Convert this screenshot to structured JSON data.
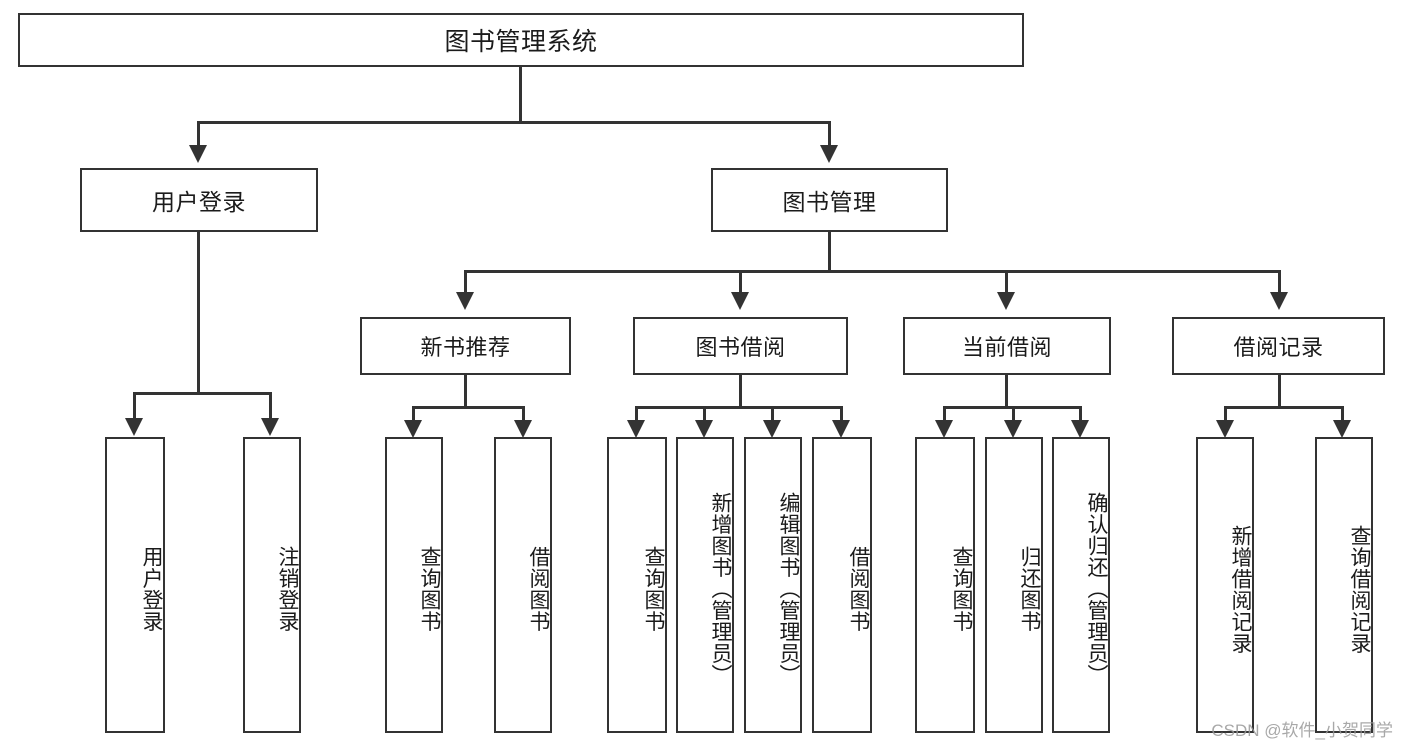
{
  "diagram": {
    "title": "图书管理系统",
    "type": "tree-structure-chart",
    "root": {
      "label": "图书管理系统",
      "children": [
        {
          "label": "用户登录",
          "children": [
            {
              "label": "用户登录"
            },
            {
              "label": "注销登录"
            }
          ]
        },
        {
          "label": "图书管理",
          "children": [
            {
              "label": "新书推荐",
              "children": [
                {
                  "label": "查询图书"
                },
                {
                  "label": "借阅图书"
                }
              ]
            },
            {
              "label": "图书借阅",
              "children": [
                {
                  "label": "查询图书"
                },
                {
                  "label": "新增图书（管理员）"
                },
                {
                  "label": "编辑图书（管理员）"
                },
                {
                  "label": "借阅图书"
                }
              ]
            },
            {
              "label": "当前借阅",
              "children": [
                {
                  "label": "查询图书"
                },
                {
                  "label": "归还图书"
                },
                {
                  "label": "确认归还（管理员）"
                }
              ]
            },
            {
              "label": "借阅记录",
              "children": [
                {
                  "label": "新增借阅记录"
                },
                {
                  "label": "查询借阅记录"
                }
              ]
            }
          ]
        }
      ]
    }
  },
  "nodes": {
    "root": "图书管理系统",
    "user_login": "用户登录",
    "book_manage": "图书管理",
    "new_book_rec": "新书推荐",
    "book_borrow": "图书借阅",
    "current_borrow": "当前借阅",
    "borrow_record": "借阅记录",
    "leaf_user_login": "用户登录",
    "leaf_logout": "注销登录",
    "leaf_rec_query": "查询图书",
    "leaf_rec_borrow": "借阅图书",
    "leaf_borrow_query": "查询图书",
    "leaf_borrow_add": "新增图书（管理员）",
    "leaf_borrow_edit": "编辑图书（管理员）",
    "leaf_borrow_borrow": "借阅图书",
    "leaf_cur_query": "查询图书",
    "leaf_cur_return": "归还图书",
    "leaf_cur_confirm": "确认归还（管理员）",
    "leaf_rec_add": "新增借阅记录",
    "leaf_rec_query2": "查询借阅记录"
  },
  "watermark": {
    "text": "CSDN @软件_小贺同学"
  },
  "colors": {
    "stroke": "#333333",
    "text": "#1b1b1b",
    "background": "#ffffff",
    "watermark": "#9a9a9a"
  }
}
